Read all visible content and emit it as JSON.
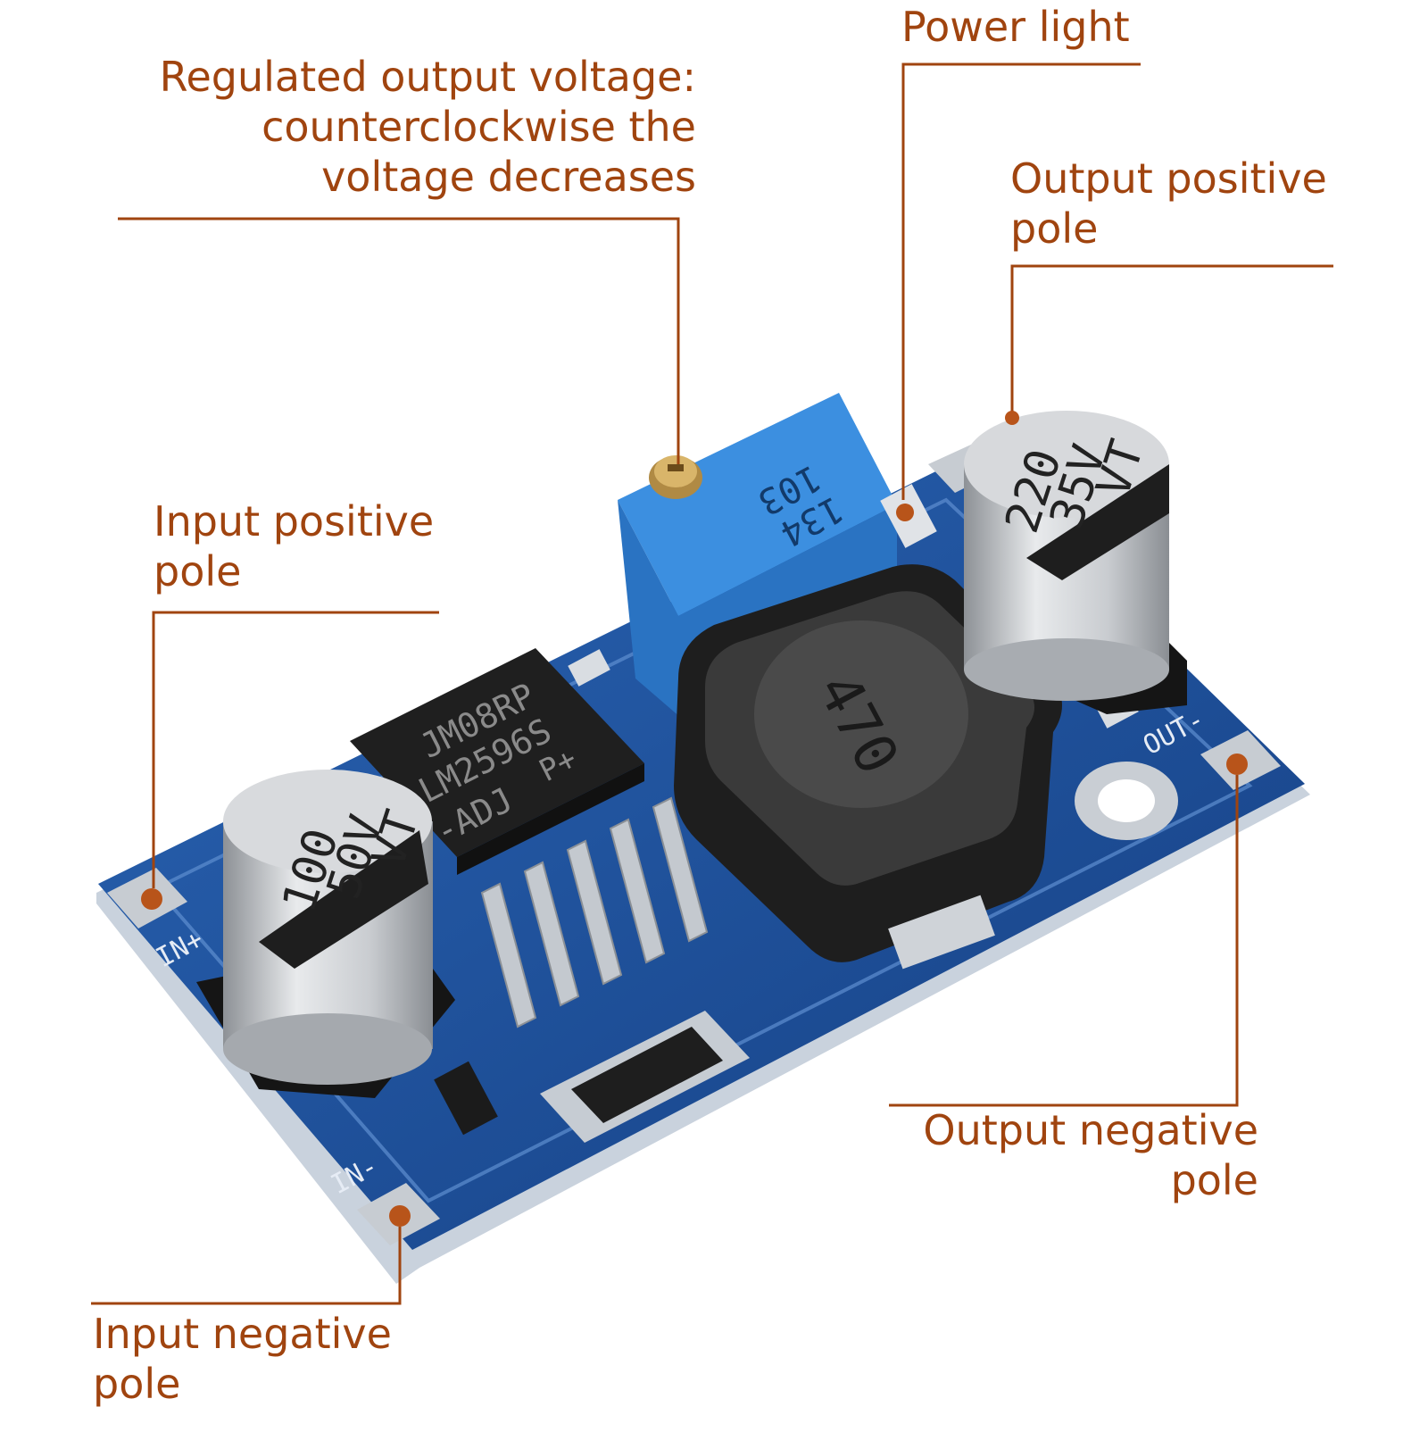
{
  "labels": {
    "regulated": {
      "line1": "Regulated output voltage:",
      "line2": "counterclockwise the",
      "line3": "voltage decreases"
    },
    "power_light": "Power light",
    "output_positive": {
      "line1": "Output positive",
      "line2": "pole"
    },
    "input_positive": {
      "line1": "Input positive",
      "line2": "pole"
    },
    "output_negative": {
      "line1": "Output negative",
      "line2": "pole"
    },
    "input_negative": {
      "line1": "Input negative",
      "line2": "pole"
    }
  },
  "board": {
    "in_plus": "IN+",
    "in_minus": "IN-",
    "out_minus": "OUT-",
    "chip": {
      "line1": "JM08RP",
      "line2": "LM2596S",
      "line3": "-ADJ",
      "mark": "P+"
    },
    "inductor": "470",
    "pot": {
      "line1": "103",
      "line2": "134"
    },
    "cap_in": {
      "line1": "100",
      "line2": "50V",
      "line3": "VT"
    },
    "cap_out": {
      "line1": "220",
      "line2": "35V",
      "line3": "VT"
    }
  },
  "colors": {
    "annotation": "#a0440f",
    "pcb": "#1a4f9a",
    "pot": "#2f7fd0",
    "inductor": "#2b2b2b",
    "capacitor": "#cfd2d6"
  }
}
